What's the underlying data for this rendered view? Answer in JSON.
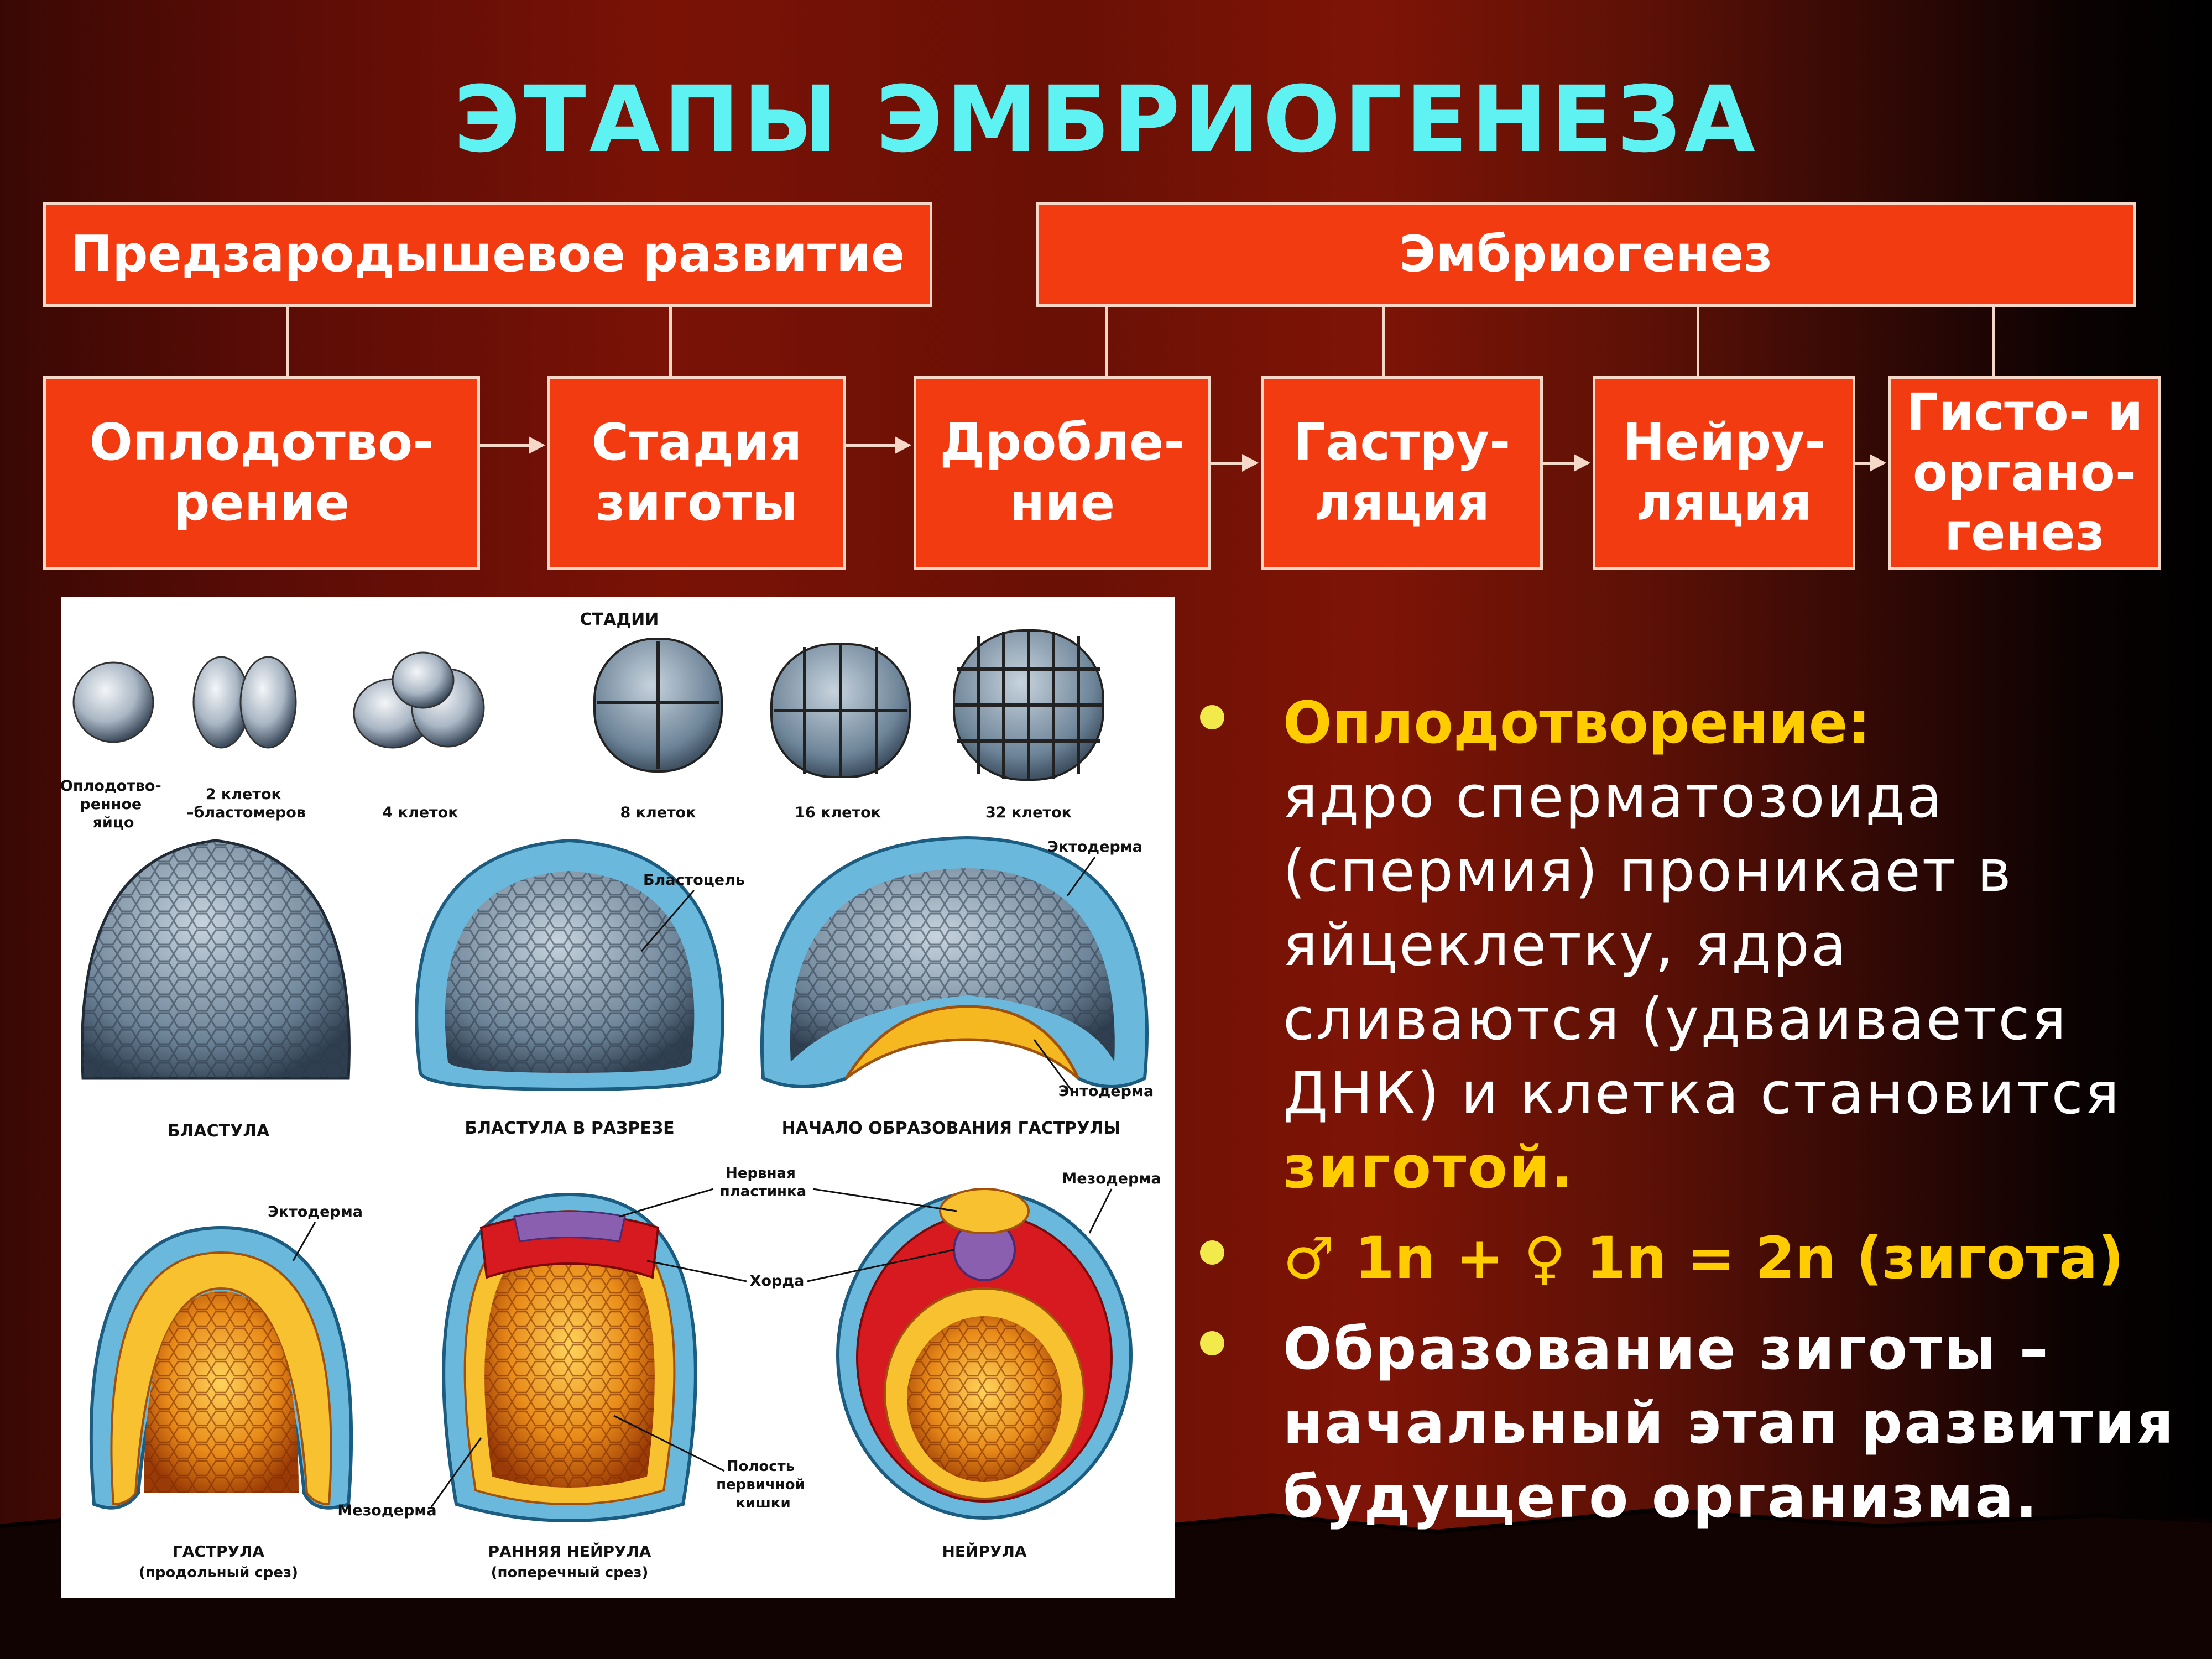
{
  "title": "ЭТАПЫ ЭМБРИОГЕНЕЗА",
  "groups": {
    "pre": "Предзародышевое развитие",
    "embryo": "Эмбриогенез"
  },
  "stages": [
    {
      "line1": "Оплодотво-",
      "line2": "рение",
      "line3": ""
    },
    {
      "line1": "Стадия",
      "line2": "зиготы",
      "line3": ""
    },
    {
      "line1": "Дробле-",
      "line2": "ние",
      "line3": ""
    },
    {
      "line1": "Гастру-",
      "line2": "ляция",
      "line3": ""
    },
    {
      "line1": "Нейру-",
      "line2": "ляция",
      "line3": ""
    },
    {
      "line1": "Гисто- и",
      "line2": "органо-",
      "line3": "генез"
    }
  ],
  "figure": {
    "header": "СТАДИИ",
    "cleavage": [
      {
        "l1": "Оплодотво-",
        "l2": "ренное",
        "l3": "яйцо"
      },
      {
        "l1": "2 клеток",
        "l2": "–бластомеров",
        "l3": ""
      },
      {
        "l1": "4 клеток",
        "l2": "",
        "l3": ""
      },
      {
        "l1": "8 клеток",
        "l2": "",
        "l3": ""
      },
      {
        "l1": "16 клеток",
        "l2": "",
        "l3": ""
      },
      {
        "l1": "32 клеток",
        "l2": "",
        "l3": ""
      }
    ],
    "blastula": "БЛАСТУЛА",
    "blastula_section": "БЛАСТУЛА В РАЗРЕЗЕ",
    "gastrula_start": "НАЧАЛО ОБРАЗОВАНИЯ ГАСТРУЛЫ",
    "blastocoel": "Бластоцель",
    "ectoderm": "Эктодерма",
    "entoderm": "Энтодерма",
    "gastrula": "ГАСТРУЛА",
    "gastrula_sub": "(продольный срез)",
    "early_neurula": "РАННЯЯ НЕЙРУЛА",
    "early_neurula_sub": "(поперечный срез)",
    "neurula": "НЕЙРУЛА",
    "neural_plate_1": "Нервная",
    "neural_plate_2": "пластинка",
    "chorda": "Хорда",
    "mesoderm": "Мезодерма",
    "gut_1": "Полость",
    "gut_2": "первичной",
    "gut_3": "кишки"
  },
  "bullets": {
    "b1_head": "Оплодотворение:",
    "b1_text": "ядро сперматозоида (спермия) проникает в яйцеклетку, ядра сливаются (удваивается ДНК) и клетка становится ",
    "b1_em": "зиготой.",
    "b2": "♂ 1n + ♀ 1n = 2n (зигота)",
    "b3": "Образование зиготы – начальный этап развития будущего организма."
  },
  "colors": {
    "title": "#5ff2f2",
    "box": "#f23b10",
    "accent": "#ffcc00",
    "bullet_dot": "#f2e94a"
  }
}
